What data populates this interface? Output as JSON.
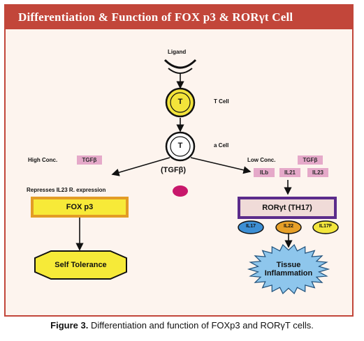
{
  "title": "Differentiation & Function of FOX p3 & RORγt Cell",
  "top": {
    "ligand": "Ligand",
    "t_label": "T",
    "t_cell": "T Cell",
    "a_label": "T",
    "a_cell": "a Cell",
    "tgfb": "(TGFβ)"
  },
  "left": {
    "high_conc": "High Conc.",
    "tgfb_tag": "TGFβ",
    "represses": "Represses IL23 R. expression",
    "foxp3": "FOX p3",
    "self_tolerance": "Self Tolerance"
  },
  "right": {
    "low_conc": "Low Conc.",
    "tgfb_tag": "TGFβ",
    "tags": [
      "ILb",
      "IL21",
      "IL23"
    ],
    "rort": "RORγt (TH17)",
    "outputs": [
      "IL17",
      "IL22",
      "IL17F"
    ],
    "tissue_line1": "Tissue",
    "tissue_line2": "Inflammation"
  },
  "caption": {
    "label": "Figure 3.",
    "text": "Differentiation and function of FOXp3 and RORγT cells."
  },
  "colors": {
    "frame_border": "#c2463a",
    "background": "#fdf4ee",
    "t_cell_fill": "#f3e43a",
    "pink_tag": "#e5a9c9",
    "dot": "#c8176b",
    "il17": "#3d8fd4",
    "il22": "#e7a028",
    "il17f": "#f3e63c",
    "star_blue": "#8ec6ec",
    "star_yellow": "#f6ea38"
  }
}
